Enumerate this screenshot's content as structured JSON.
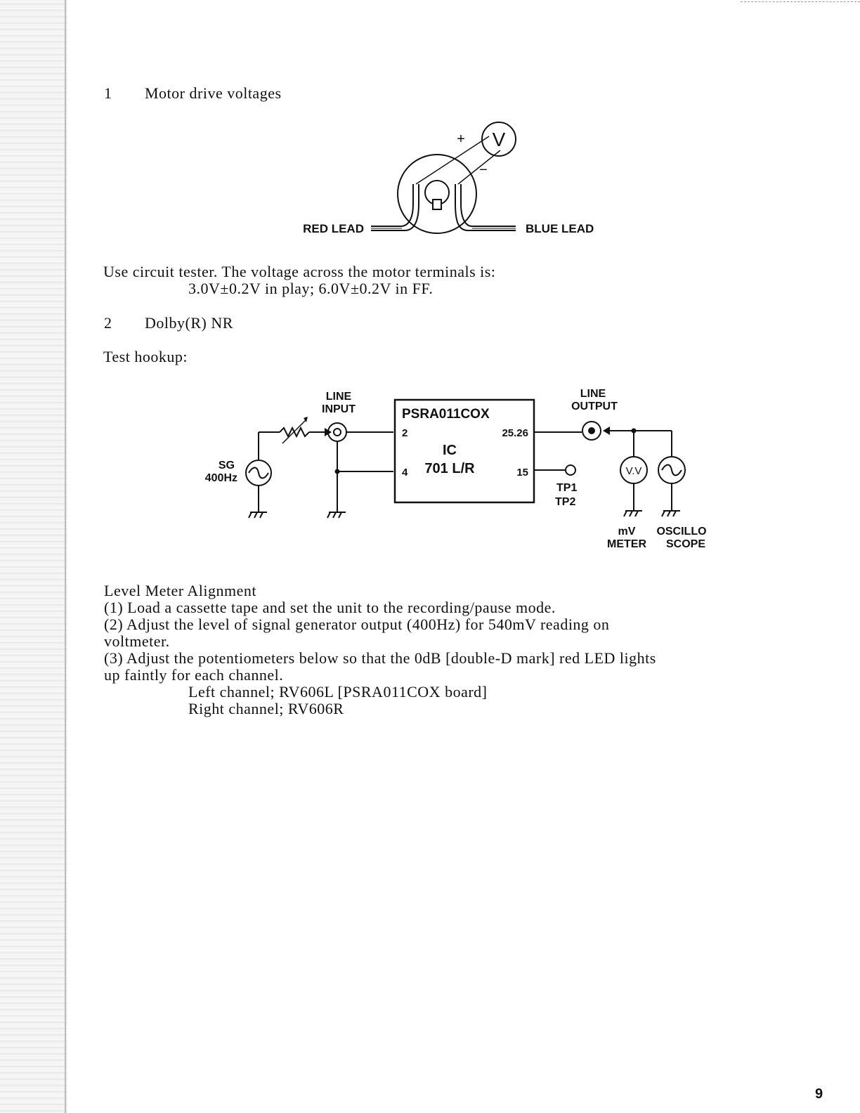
{
  "section1": {
    "number": "1",
    "title": "Motor drive voltages"
  },
  "motor_diagram": {
    "plus": "+",
    "minus": "−",
    "meter": "V",
    "red_lead": "RED LEAD",
    "blue_lead": "BLUE LEAD"
  },
  "para1": {
    "line1": "Use circuit tester. The voltage across the motor terminals is:",
    "line2": "3.0V±0.2V in play; 6.0V±0.2V in FF."
  },
  "section2": {
    "number": "2",
    "title": "Dolby(R) NR"
  },
  "test_hookup": "Test hookup:",
  "circuit": {
    "line_input": [
      "LINE",
      "INPUT"
    ],
    "line_output": [
      "LINE",
      "OUTPUT"
    ],
    "ic_name": "PSRA011COX",
    "pin_2": "2",
    "pin_2526": "25.26",
    "ic_label": "IC",
    "ic_number": "701 L/R",
    "pin_4": "4",
    "pin_15": "15",
    "sg": [
      "SG",
      "400Hz"
    ],
    "tp": [
      "TP1",
      "TP2"
    ],
    "vv": "V.V",
    "mv_meter": [
      "mV",
      "METER"
    ],
    "oscilloscope": [
      "OSCILLO",
      "SCOPE"
    ]
  },
  "level_meter": {
    "title": "Level Meter Alignment",
    "step1": "(1) Load a cassette tape and set the unit to the recording/pause mode.",
    "step2a": "(2) Adjust the level of signal generator output (400Hz) for 540mV reading on",
    "step2b": "voltmeter.",
    "step3a": "(3) Adjust the potentiometers below so that the 0dB [double-D mark] red LED lights",
    "step3b": "up faintly for each channel.",
    "left": "Left channel; RV606L [PSRA011COX board]",
    "right": "Right channel; RV606R"
  },
  "page_number": "9"
}
